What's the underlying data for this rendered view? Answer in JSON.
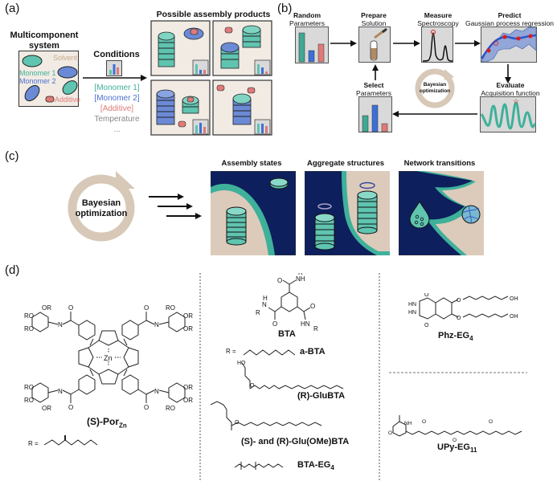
{
  "panel_labels": {
    "a": "(a)",
    "b": "(b)",
    "c": "(c)",
    "d": "(d)"
  },
  "colors": {
    "teal": "#5fc4b0",
    "blue": "#6b8ad6",
    "red": "#e07a78",
    "solvent": "#c8a98a",
    "beige_bg": "#f1ebe4",
    "navy": "#0d1f5c",
    "box_gray": "#d9d9d9",
    "loop": "#d8c8b8"
  },
  "panel_a": {
    "system_title_1": "Multicomponent",
    "system_title_2": "system",
    "solvent": "Solvent",
    "monomer1": "Monomer 1",
    "monomer2": "Monomer 2",
    "additive": "Additive",
    "conditions_title": "Conditions",
    "conditions": [
      "[Monomer 1]",
      "[Monomer 2]",
      "[Additive]",
      "Temperature",
      "..."
    ],
    "products_title": "Possible assembly products"
  },
  "panel_b": {
    "random_title": "Random",
    "random_sub": "Parameters",
    "prepare_title": "Prepare",
    "prepare_sub": "Solution",
    "measure_title": "Measure",
    "measure_sub": "Spectroscopy",
    "predict_title": "Predict",
    "predict_sub": "Gaussian process regression",
    "evaluate_title": "Evaluate",
    "evaluate_sub": "Acquisition function",
    "select_title": "Select",
    "select_sub": "Parameters",
    "loop_label_1": "Bayesian",
    "loop_label_2": "optimization"
  },
  "panel_c": {
    "loop_label_1": "Bayesian",
    "loop_label_2": "optimization",
    "tiles": [
      "Assembly states",
      "Aggregate structures",
      "Network transitions"
    ]
  },
  "panel_d": {
    "porphyrin_name": "(S)-Por",
    "porphyrin_sub": "Zn",
    "r_label": "R =",
    "or_label": "OR",
    "ro_label": "RO",
    "zn_label": "Zn",
    "bta_name": "BTA",
    "a_bta": "a-BTA",
    "glubta": "(R)-GluBTA",
    "glu_ome_bta": "(S)- and (R)-Glu(OMe)BTA",
    "bta_eg4": "BTA-EG",
    "bta_eg4_sub": "4",
    "phz_name": "Phz-EG",
    "phz_sub": "4",
    "upy_name": "UPy-EG",
    "upy_sub": "11"
  }
}
